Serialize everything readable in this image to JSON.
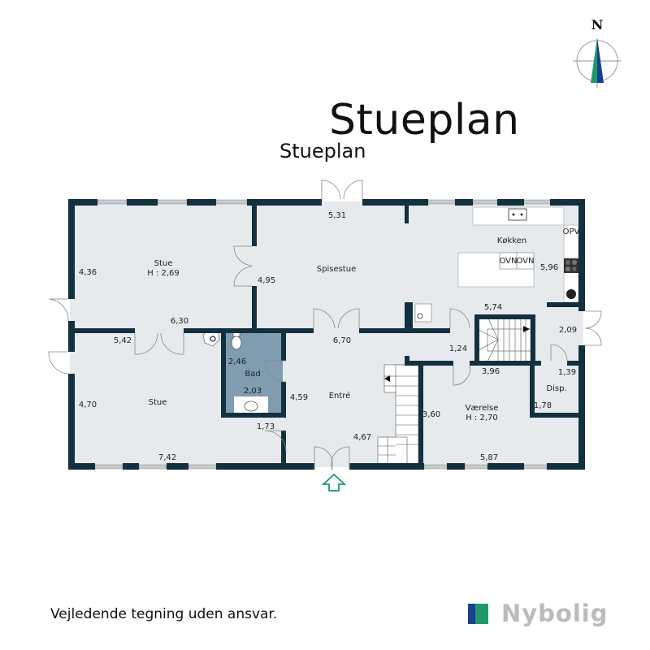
{
  "header": {
    "title": "Stueplan",
    "subtitle": "Stueplan"
  },
  "compass": {
    "letter": "N",
    "icon": "north-arrow-icon"
  },
  "colors": {
    "wall": "#13303f",
    "floor": "#e6eaed",
    "bath": "#7f9cb0",
    "window": "#c7cacc",
    "arrow": "#1e9a6a",
    "logo_blue": "#1a3f8f",
    "logo_green": "#1e9a6a",
    "logo_text": "#b9bbbd"
  },
  "rooms": [
    {
      "name": "Stue",
      "height": "H : 2,69",
      "dims": [
        "4,36",
        "6,30"
      ]
    },
    {
      "name": "Spisestue",
      "dims": [
        "5,31",
        "4,95"
      ]
    },
    {
      "name": "Køkken",
      "dims": [
        "5,96",
        "5,74"
      ]
    },
    {
      "name": "Stue",
      "dims": [
        "5,42",
        "4,70",
        "7,42"
      ]
    },
    {
      "name": "Bad",
      "dims": [
        "2,46",
        "2,03"
      ]
    },
    {
      "name": "Entré",
      "dims": [
        "6,70",
        "4,59",
        "4,67",
        "1,73"
      ]
    },
    {
      "name": "Værelse",
      "height": "H : 2,70",
      "dims": [
        "3,96",
        "3,60",
        "5,87"
      ]
    },
    {
      "name": "Disp.",
      "dims": [
        "1,39",
        "1,78"
      ]
    }
  ],
  "extra_dims": {
    "hall": "1,24",
    "back_entry": "2,09"
  },
  "appliances": {
    "fridge": "OPV",
    "oven1": "OVN",
    "oven2": "OVN"
  },
  "footer": {
    "disclaimer": "Vejledende tegning uden ansvar.",
    "brand": "Nybolig"
  }
}
